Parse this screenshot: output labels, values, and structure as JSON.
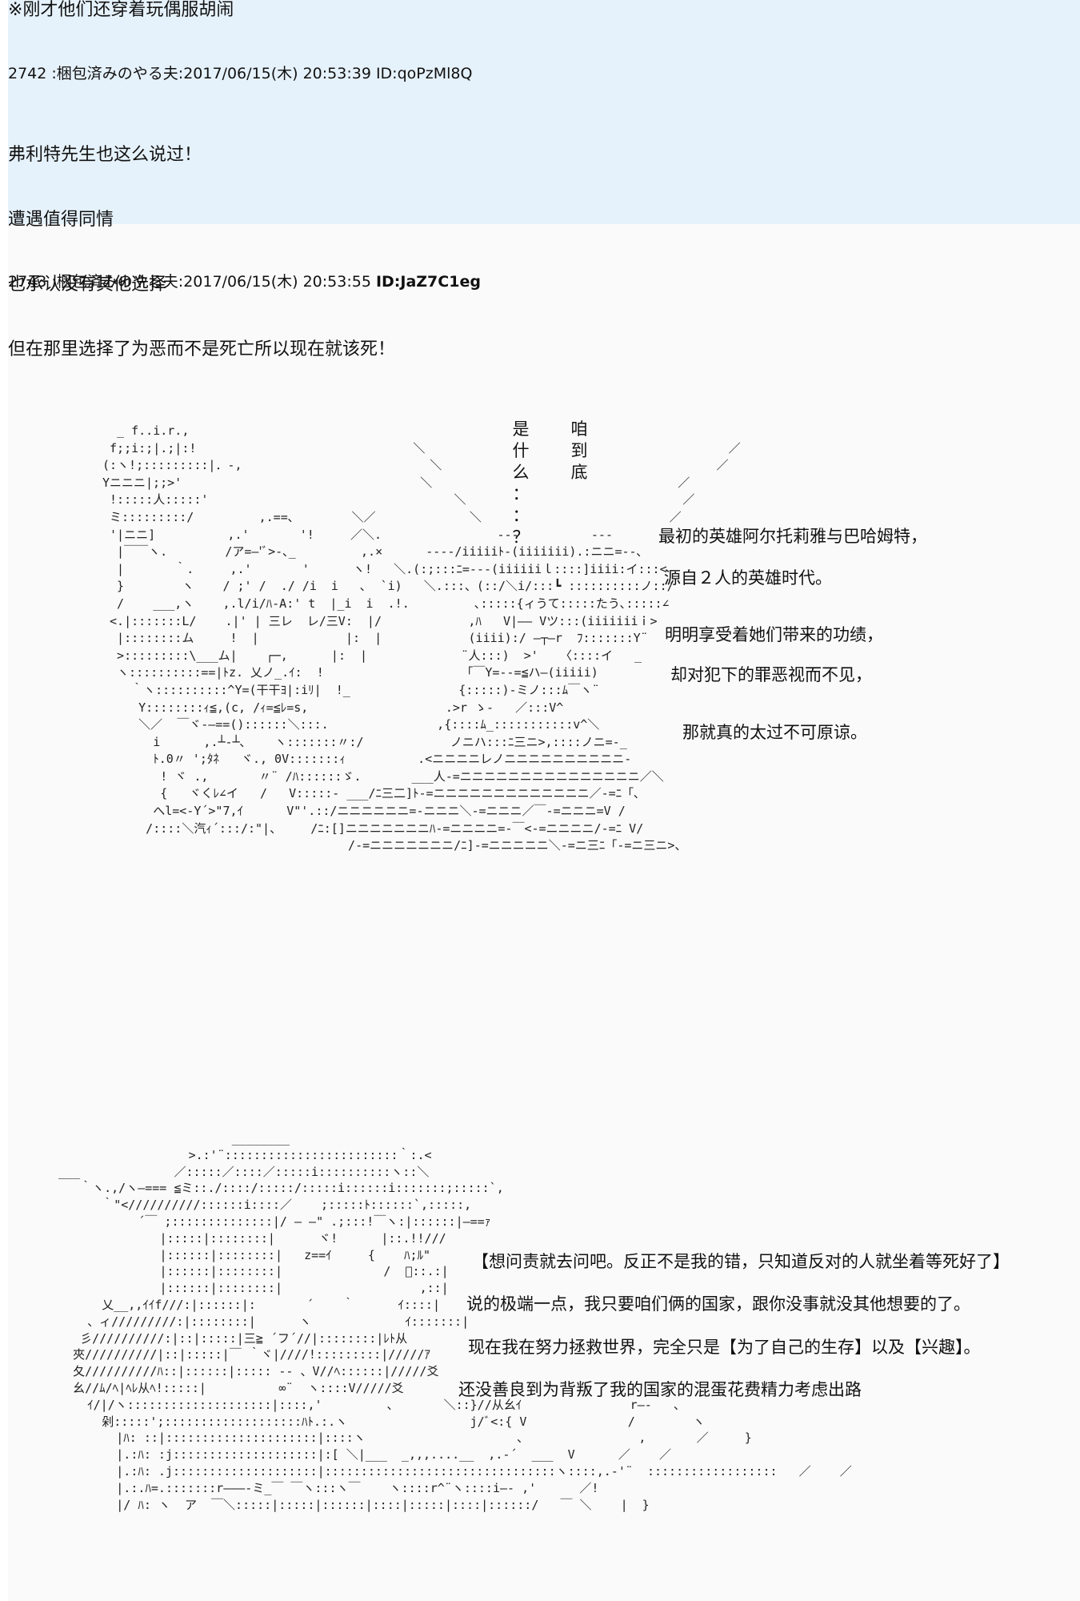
{
  "top_note": "※刚才他们还穿着玩偶服胡闹",
  "posts": [
    {
      "header": "2742 :梱包済みのやる夫:2017/06/15(木) 20:53:39 ID:qoPzMl8Q",
      "lines": [
        "弗利特先生也这么说过！",
        "遭遇值得同情",
        "也承认没有其他选择",
        "但在那里选择了为恶而不是死亡所以现在就该死！"
      ]
    },
    {
      "header_prefix": "2743 :梱包済みのやる夫:2017/06/15(木) 20:53:55 ",
      "header_id": "ID:JaZ7C1eg"
    }
  ],
  "scene1": {
    "vertical_left": [
      "是",
      "什",
      "么",
      "：",
      "：",
      "？"
    ],
    "vertical_right": [
      "咱",
      "到",
      "底"
    ],
    "lines": [
      "最初的英雄阿尔托莉雅与巴哈姆特，",
      "源自２人的英雄时代。",
      "明明享受着她们带来的功绩，",
      "却对犯下的罪恶视而不见，",
      "那就真的太过不可原谅。"
    ],
    "art": [
      "  _ f..i.r.,",
      " f;;i:;|.;|:!                              ＼                                          ／",
      "(:ヽ!;:::::::::|．-,                          ＼                                      ／",
      "Yニニニ|;;>'                                 ＼                                  ／",
      " !:::::人:::::'                                  ＼                              ／",
      " ミ:::::::::/         ,.==､        ＼／             ＼                          ／",
      " '|ニニ]          ,.'       '!     ／＼.                ---          ---",
      "  |￣￣ヽ.        /ア=―'ﾞ>‐､_         ,.×      ----/iiiiiﾄ-(iiiiiii).:ニニ=--､",
      "  |       ｀.     ,.'       '      ヽ!   ＼.(:;:::ﾆ=---(iiiiiiｌ::::]iiii:イ:::<",
      "  }        ヽ    / ;' /  ./ /i  i   ､  `i)   ＼.:::、(::/＼i/:::┗ ::::::::::ノ::/",
      "  /    ___,ヽ    ,.l/i/ﾊ-A:' t  |_i  i  .!.         ､:::::{ィうて:::::たう､:::::∠",
      " <.|:::::::L/    .|' | 三レ  レ/三V:  |/            ,ﾊ   V|―― Vツ:::(iiiiiiiｉ>",
      "  |::::::::ム     !  |            |:  |            (iiii):/ ―┬―r  ﾌ:::::::Y¨",
      "  >:::::::::\\___ム|    ┌─,      |:  |             ¨人:::)  >'   〈::::イ   _",
      "  ヽ::::::::::==|ﾄz. 乂ノ_.ｲ:  !                   「￣Y=--=≦ハ―(iiiii)",
      "    ｀ヽ::::::::::^Y=(干干ﾖ|:iﾘ|  !_               {:::::)-ミノ:::ﾑ￣ヽ¨",
      "     Y::::::::ｨ≦,(c, /ｨ=≦ﾚ=s,                   .>r ゝ-   ／:::V^",
      "     ＼／  ￣ヾ-―==()::::::＼:::.               ,{::::ﾑ_:::::::::::v^＼",
      "       i      ,.┴‐┴､    ヽ:::::::〃:/            ノニハ:::ﾆ三ニ>,::::ノニ=-_",
      "       ﾄ.0〃 ';ﾀﾈ   ヾ., 0V:::::::ｨ          .<ニニニニレノニニニニニニニニニニ-",
      "        ! ヾ .,       〃¨ /ﾊ::::::ゞ.       ___人-=ニニニニニニニニニニニニニニニ／＼",
      "        {   ヾくﾚ∠イ   /   V:::::‐ ___/ﾆ三二]ﾄ-=ニニニニニニニニニニニニニ／-=ﾆ「､",
      "       へl=<‐Y´>\"7,ｲ      V\"'.::/ニニニニニニ=-ニニニ＼-=ニニニ／￣-=ニニニ=V /",
      "      /::::＼汽ｨ´:::/:\"|、    /ﾆ:[]ニニニニニニニﾊ-=ニニニニ=-￣<-=ニニニニ/-=ﾆ V/",
      "                                  /-=ニニニニニニニ/ﾆ]-=ニニニニニ＼-=ニ三ﾆ「-=ニ三ニ>、"
    ]
  },
  "scene2": {
    "lines": [
      "【想问责就去问吧。反正不是我的错，只知道反对的人就坐着等死好了】",
      "说的极端一点，我只要咱们俩的国家，跟你没事就没其他想要的了。",
      "现在我在努力拯救世界，完全只是【为了自己的生存】以及【兴趣】。",
      "还没善良到为背叛了我的国家的混蛋花费精力考虑出路"
    ],
    "art": [
      "                         ________",
      "                   >.:'¨::::::::::::::::::::::::｀:.<",
      " ___             ／:::::／::::／:::::i::::::::::ヽ::＼",
      "    ｀ヽ.,/ヽ―=== ≦ミ::./::::/:::::/:::::i::::::i:::::::;:::::`,",
      "       ｀\"<//////////::::::i::::／    ;:::::ﾄ::::::`,:::::,",
      "            ´￣ ;::::::::::::::|/ ― ―\" .;:::!￣ヽ:|::::::|―==ｧ",
      "               |:::::|::::::::|      ヾ!      |::.!!///",
      "               |::::::|::::::::|   z==ｲ     {    ﾊ;ﾙ\"",
      "               |::::::|::::::::|              /  ﾞ::.:|",
      "               |::::::|::::::::|                   ,::|",
      "       乂__,,ｲｲf///:|::::::|:       ´    ｀      ｲ::::|",
      "     、ィ/////////:|::::::::|      ヽ             ｲ:::::::|",
      "    彡//////////:|::|:::::|三≧ ´フ´//|::::::::|ﾚﾄ从",
      "   夾//////////|::|:::::|￣ ｀ヾ|////!:::::::::|/////ｱ",
      "   夂//////////ﾊ::|::::::|::::: -- 、V//ﾍ::::::|/////爻",
      "   幺//ﾑ/ﾍ|ﾍﾚ从ﾍ!:::::|          ∞¨  ヽ::::V/////爻",
      "     ｲ/|/ヽ::::::::::::::::::::|::::,'         ､       ＼::}//从幺ｲ               r―‐   、",
      "       剁:::::';:::::::::::::::::::ﾊﾄ.:.ヽ                 j/ﾞ<:{ V              /        ヽ",
      "         |ﾊ: ::|:::::::::::::::::::::|::::ヽ                     ､                ,       ／     }",
      "         |.:ﾊ: :j::::::::::::::::::::|:[ ＼|___  _,,,....__  ,.-´  ___  V      ／    ／",
      "         |.:ﾊ: .j::::::::::::::::::::|::::::::::::::::::::::::::::::::ヽ::::,.-'¨  ::::::::::::::::::   ／    ／",
      "         |.:.ﾊ=.:::::::r―――‐ミ_￣ ￣ヽ:::ヽ￣    ヽ::::r^¨ヽ::::i―‐ ,'      ／!",
      "         |/ ﾊ: ヽ  ア  ￣＼:::::|:::::|::::::|::::|:::::|::::|::::::/   ￣ ＼    |  }"
    ]
  }
}
